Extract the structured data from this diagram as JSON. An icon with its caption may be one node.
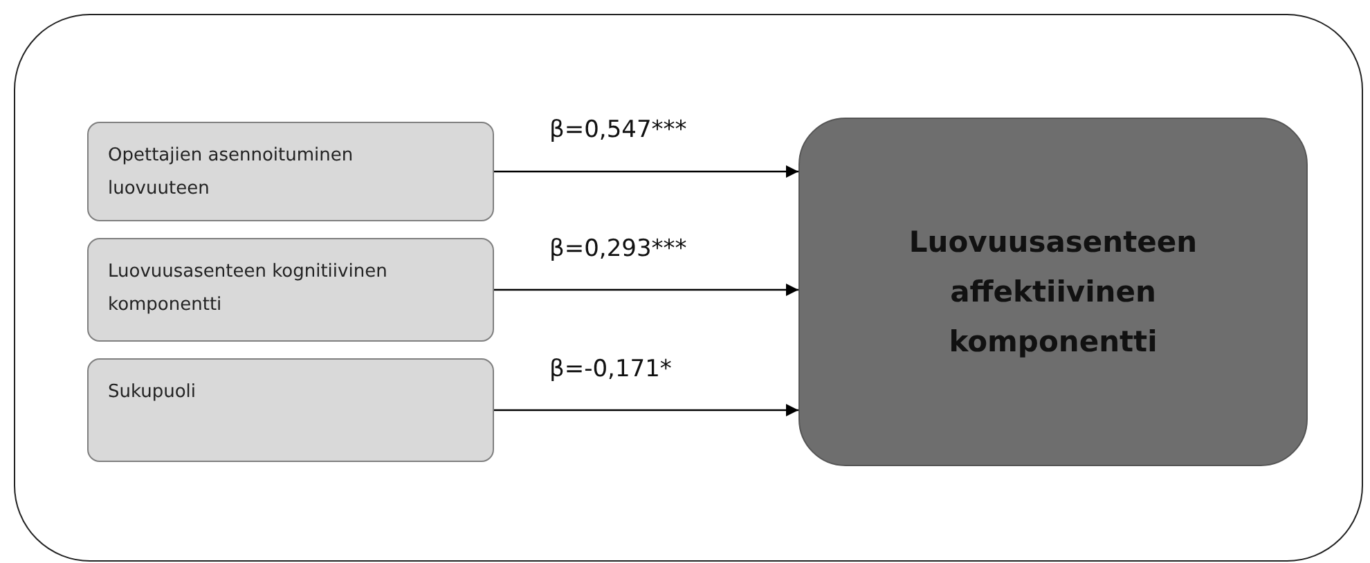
{
  "diagram": {
    "nodes": [
      {
        "text": [],
        "shape": "box"
      },
      {
        "text": [
          "Opettajien asennoituminen luovuuteen"
        ],
        "in": 0
      },
      {
        "text": [
          "Luovuusasenteen kognitiivinen komponentti"
        ],
        "in": 0
      },
      {
        "text": [
          "Sukupuoli"
        ],
        "in": 0
      },
      {
        "text": [
          "Luovuusasenteen affektiivinen komponentti"
        ],
        "in": 0
      }
    ],
    "edges": [
      {
        "from": 1,
        "to": 4,
        "arrow": "to",
        "label": "β=0,547***"
      },
      {
        "from": 2,
        "to": 4,
        "arrow": "to",
        "label": "β=0,293***"
      },
      {
        "from": 3,
        "to": 4,
        "arrow": "to",
        "label": "β=-0,171*"
      }
    ]
  }
}
